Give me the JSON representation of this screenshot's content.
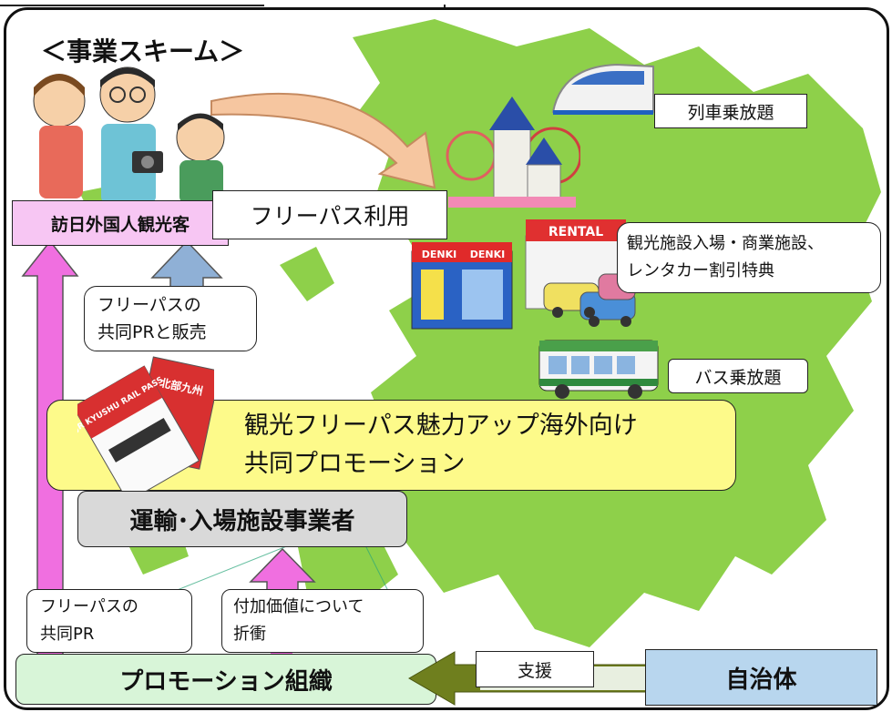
{
  "title": "＜事業スキーム＞",
  "visitor_label": "訪日外国人観光客",
  "free_pass_use": "フリーパス利用",
  "pr_sales": "フリーパスの\n共同PRと販売",
  "train_label": "列車乗放題",
  "facility_label": "観光施設入場・商業施設、\nレンタカー割引特典",
  "bus_label": "バス乗放題",
  "promo_title": "観光フリーパス魅力アップ海外向け\n共同プロモーション",
  "operators_label": "運輸･入場施設事業者",
  "joint_pr": "フリーパスの\n共同PR",
  "negotiation": "付加価値について\n折衝",
  "promotion_org": "プロモーション組織",
  "support": "支援",
  "municipality": "自治体",
  "pass_booklet_text": "JR KYUSHU RAIL PASS",
  "pass_booklet2_text": "北部九州",
  "rental_sign": "RENTAL",
  "denki_sign": "DENKI",
  "colors": {
    "map_green": "#8ed04a",
    "pink_arrow": "#f06fe0",
    "blue_arrow": "#8fb0d6",
    "yellow_box": "#fdfa8a",
    "gray_box": "#d9d9d9",
    "promotion_box": "#d8f5d8",
    "municipality_box": "#b8d6ee",
    "visitor_box": "#f7c6f3"
  }
}
